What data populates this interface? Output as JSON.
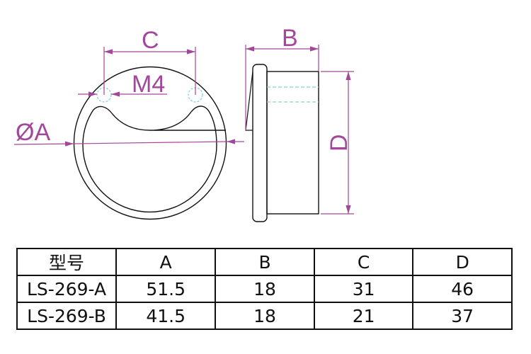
{
  "drawing": {
    "labels": {
      "c": "C",
      "b": "B",
      "m4": "M4",
      "a": "ØA",
      "d": "D"
    },
    "colors": {
      "dimension": "#a3479a",
      "hidden_line": "#7fd0dc",
      "outline": "#111111"
    }
  },
  "table": {
    "headers": [
      "型号",
      "A",
      "B",
      "C",
      "D"
    ],
    "rows": [
      [
        "LS-269-A",
        "51.5",
        "18",
        "31",
        "46"
      ],
      [
        "LS-269-B",
        "41.5",
        "18",
        "21",
        "37"
      ]
    ]
  }
}
